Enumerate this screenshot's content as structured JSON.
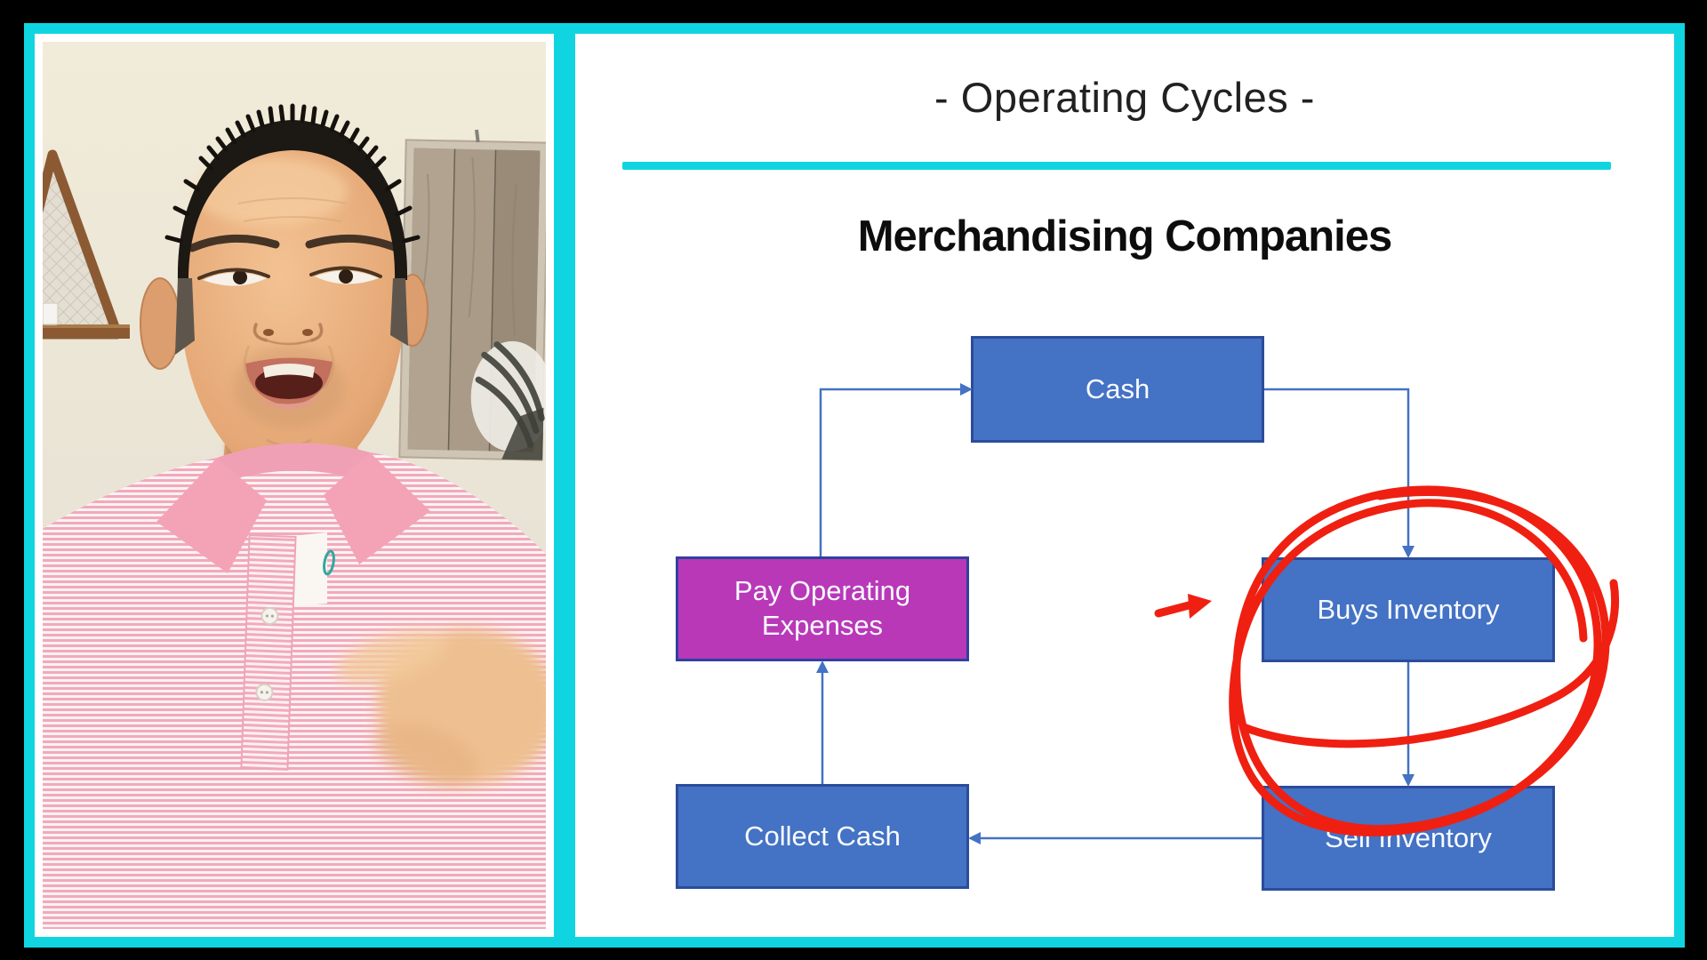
{
  "slide": {
    "title": "- Operating Cycles -",
    "heading": "Merchandising Companies",
    "diagram": {
      "nodes": [
        {
          "label": "Cash",
          "fill": "#4472C4"
        },
        {
          "label": "Pay Operating Expenses",
          "fill": "#B938B8"
        },
        {
          "label": "Buys Inventory",
          "fill": "#4472C4"
        },
        {
          "label": "Collect Cash",
          "fill": "#4472C4"
        },
        {
          "label": "Sell Inventory",
          "fill": "#4472C4"
        }
      ],
      "edges": [
        {
          "from": "Pay Operating Expenses",
          "to": "Cash"
        },
        {
          "from": "Cash",
          "to": "Buys Inventory"
        },
        {
          "from": "Buys Inventory",
          "to": "Sell Inventory"
        },
        {
          "from": "Sell Inventory",
          "to": "Collect Cash"
        },
        {
          "from": "Collect Cash",
          "to": "Pay Operating Expenses"
        }
      ]
    },
    "annotations": {
      "hand_drawn_circle": {
        "target": "Buys Inventory",
        "color": "#EF2011"
      },
      "pointer_arrow": {
        "points_at": "Buys Inventory",
        "color": "#EF2011"
      }
    }
  },
  "webcam": {
    "subject": "presenter talking, pink striped polo shirt, pointing hand"
  },
  "colors": {
    "frame_cyan": "#10D5E0",
    "node_blue": "#4472C4",
    "node_magenta": "#B938B8",
    "node_border_blue": "#2B4C9B",
    "arrow_blue": "#4472C4",
    "annotation_red": "#EF2011",
    "slide_background": "#FFFFFF",
    "letterbox": "#000000"
  }
}
